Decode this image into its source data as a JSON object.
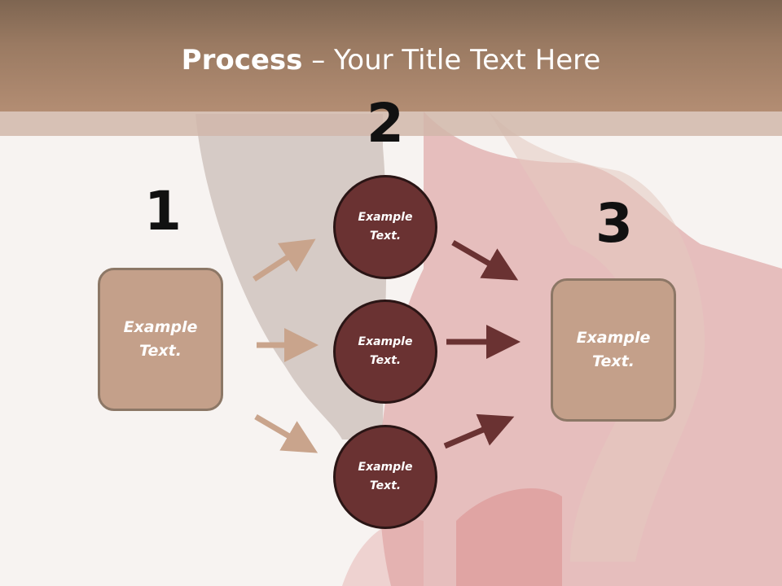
{
  "title": {
    "bold": "Process",
    "dash": " – ",
    "rest": "Your Title Text Here"
  },
  "steps": [
    "1",
    "2",
    "3"
  ],
  "boxes": [
    {
      "text": "Example\nText."
    },
    {
      "text": "Example\nText."
    }
  ],
  "circles": [
    {
      "text": "Example\nText."
    },
    {
      "text": "Example\nText."
    },
    {
      "text": "Example\nText."
    }
  ],
  "colors": {
    "header": "#9a7a62",
    "box_fill": "#c4a08a",
    "circle_fill": "#6a3232",
    "light_arrow": "#c9a48c",
    "dark_arrow": "#6a3232"
  }
}
